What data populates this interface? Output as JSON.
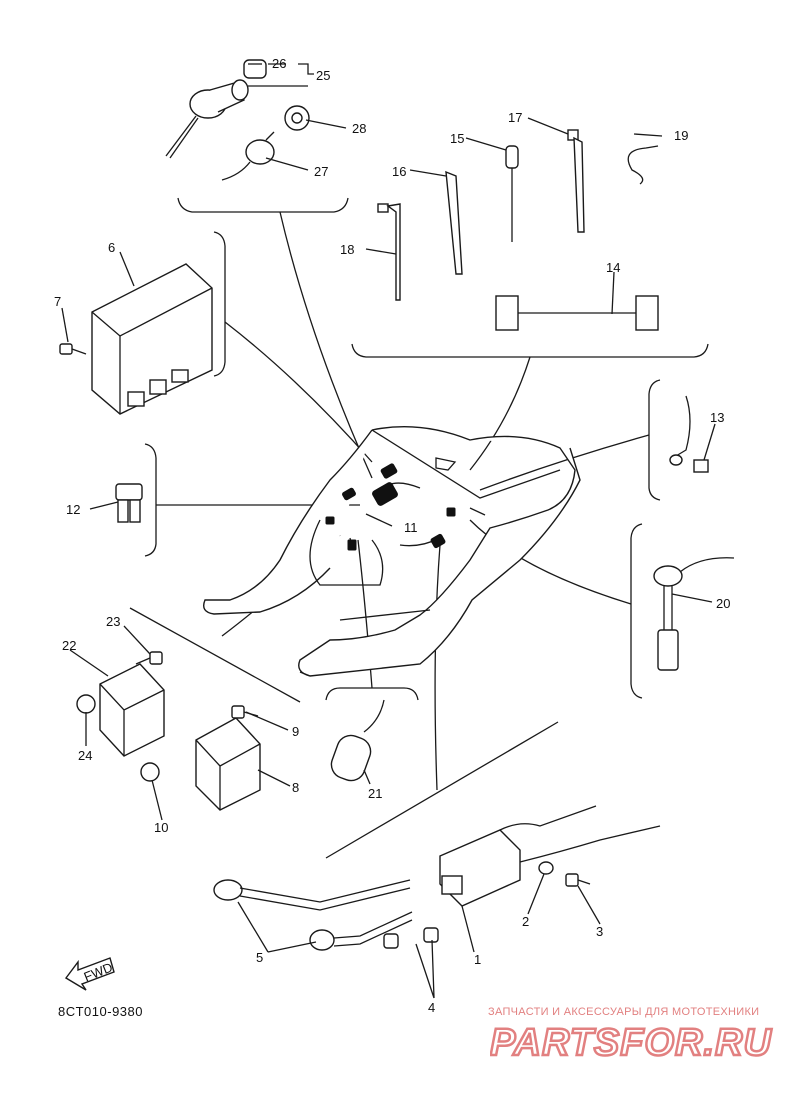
{
  "diagram": {
    "code": "8CT010-9380",
    "fwd_label": "FWD",
    "callouts": [
      "1",
      "2",
      "3",
      "4",
      "5",
      "6",
      "7",
      "8",
      "9",
      "10",
      "11",
      "12",
      "13",
      "14",
      "15",
      "16",
      "17",
      "18",
      "19",
      "20",
      "21",
      "22",
      "23",
      "24",
      "25",
      "26",
      "27",
      "28"
    ]
  },
  "watermark": {
    "tagline": "ЗАПЧАСТИ И АКСЕССУАРЫ ДЛЯ МОТОТЕХНИКИ",
    "logo_text": "PARTSFOR.RU",
    "color": "#e28080"
  }
}
